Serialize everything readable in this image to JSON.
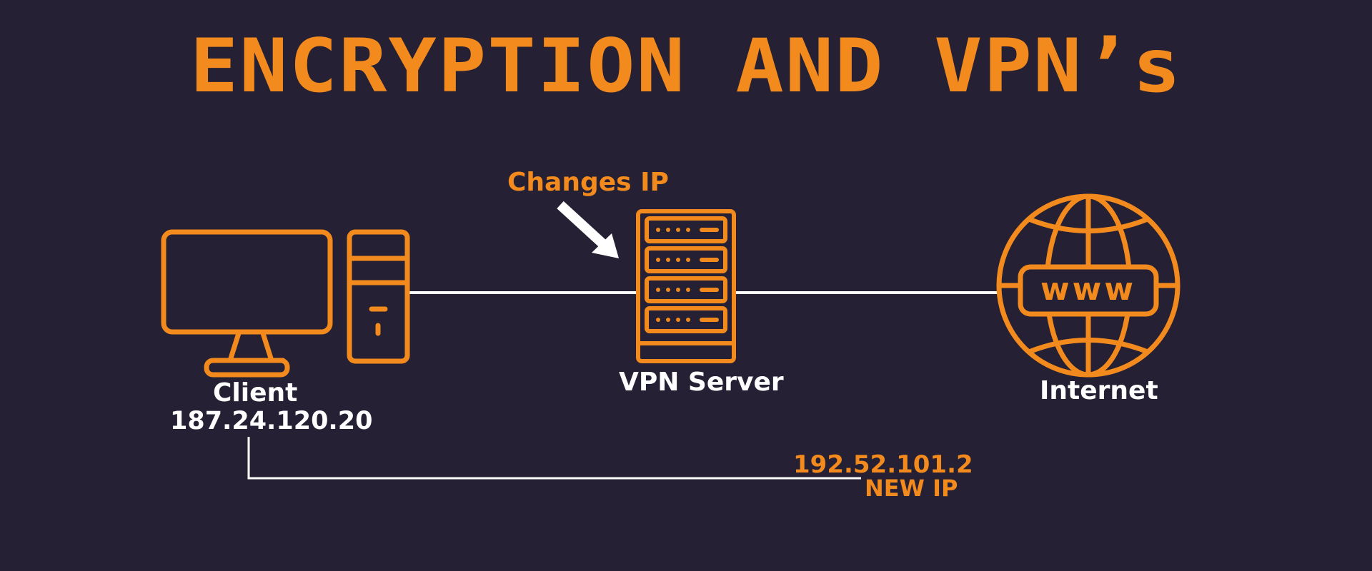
{
  "title": "ENCRYPTION AND VPN’s",
  "nodes": {
    "client": {
      "label": "Client",
      "ip": "187.24.120.20"
    },
    "vpn_server": {
      "label": "VPN Server"
    },
    "internet": {
      "label": "Internet",
      "globe_text": "www"
    }
  },
  "annotations": {
    "changes_ip": "Changes IP",
    "new_ip_address": "192.52.101.2",
    "new_ip_label": "NEW IP"
  },
  "colors": {
    "background": "#252033",
    "accent": "#f28a1e",
    "line": "#ffffff"
  },
  "icons": [
    "monitor-icon",
    "computer-tower-icon",
    "server-rack-icon",
    "globe-icon",
    "arrow-icon"
  ]
}
